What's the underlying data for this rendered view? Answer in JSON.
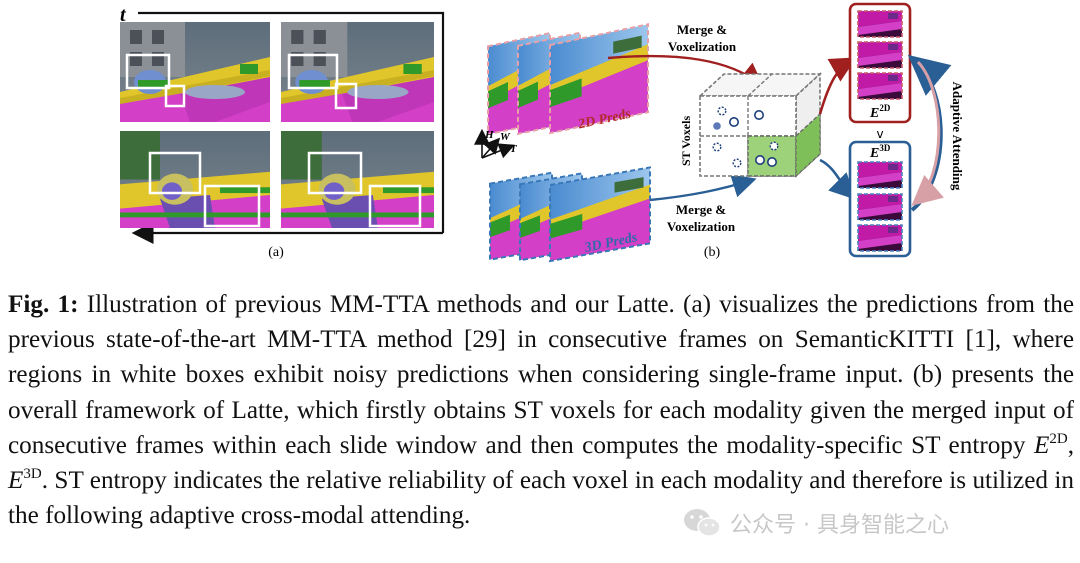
{
  "panel_a": {
    "time_label": "t",
    "sublabel": "(a)"
  },
  "panel_b": {
    "preds_2d_label": "2D Preds",
    "preds_3d_label": "3D Preds",
    "merge_label_top": [
      "Merge &",
      "Voxelization"
    ],
    "merge_label_bottom": [
      "Merge &",
      "Voxelization"
    ],
    "st_voxels_label": "ST Voxels",
    "axes": {
      "h": "H",
      "w": "W",
      "t": "T"
    },
    "entropy_2d": {
      "base": "E",
      "sup": "2D"
    },
    "entropy_3d": {
      "base": "E",
      "sup": "3D"
    },
    "compare_symbol": "v",
    "adaptive_label": "Adaptive Attending",
    "sublabel": "(b)"
  },
  "caption": {
    "label": "Fig. 1:",
    "part1": " Illustration of previous MM-TTA methods and our Latte. (a) visualizes the predictions from the previous state-of-the-art MM-TTA method [29] in consecutive frames on SemanticKITTI [1], where regions in white boxes exhibit noisy predictions when considering single-frame input. (b) presents the overall framework of Latte, which firstly obtains ST voxels for each modality given the merged input of consecutive frames within each slide window and then computes the modality-specific ST entropy ",
    "e2d_base": "E",
    "e2d_sup": "2D",
    "separator": ", ",
    "e3d_base": "E",
    "e3d_sup": "3D",
    "part2": ". ST entropy indicates the relative reliability of each voxel in each modality and therefore is utilized in the following adaptive cross-modal attending."
  },
  "watermark": {
    "text": "公众号 · 具身智能之心"
  },
  "colors": {
    "red_accent": "#b02a2a",
    "blue_accent": "#2f6aa8",
    "road_magenta": "#d33fc7",
    "building_yellow": "#e0c62a",
    "vegetation_green": "#2f9a2a",
    "voxel_green": "#9ed27a"
  }
}
